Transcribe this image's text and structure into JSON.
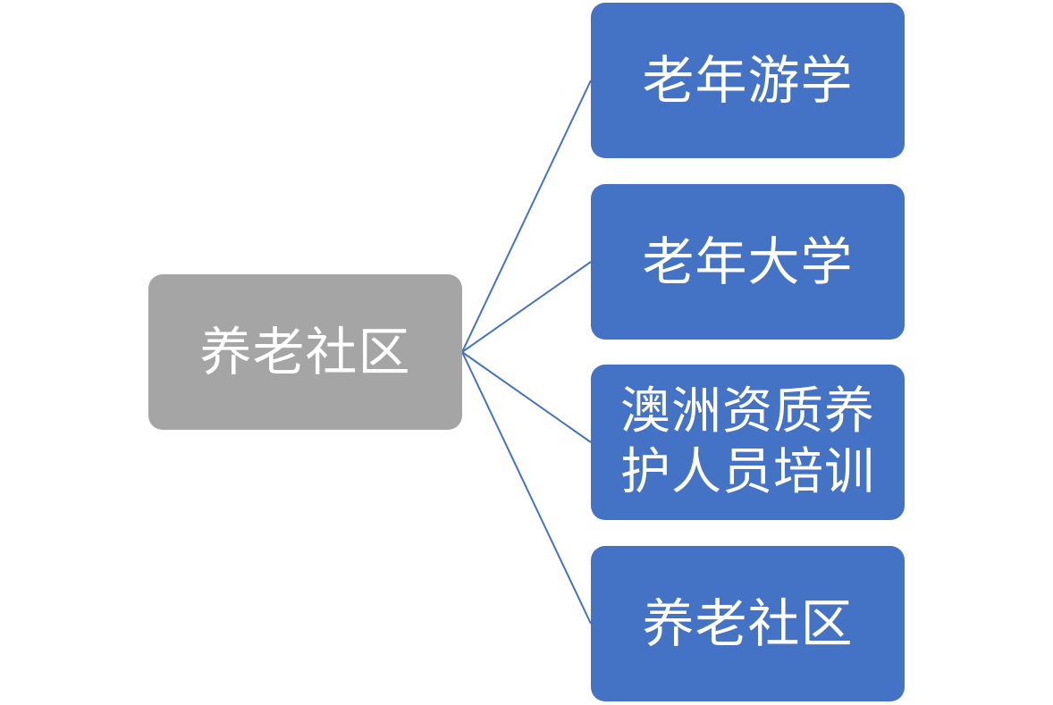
{
  "colors": {
    "root_fill": "#a5a5a5",
    "child_fill": "#4472c4",
    "connector": "#4472c4",
    "text": "#ffffff"
  },
  "diagram": {
    "root": {
      "label": "养老社区"
    },
    "children": [
      {
        "label": "老年游学"
      },
      {
        "label": "老年大学"
      },
      {
        "label": "澳洲资质养护人员培训"
      },
      {
        "label": "养老社区"
      }
    ]
  }
}
